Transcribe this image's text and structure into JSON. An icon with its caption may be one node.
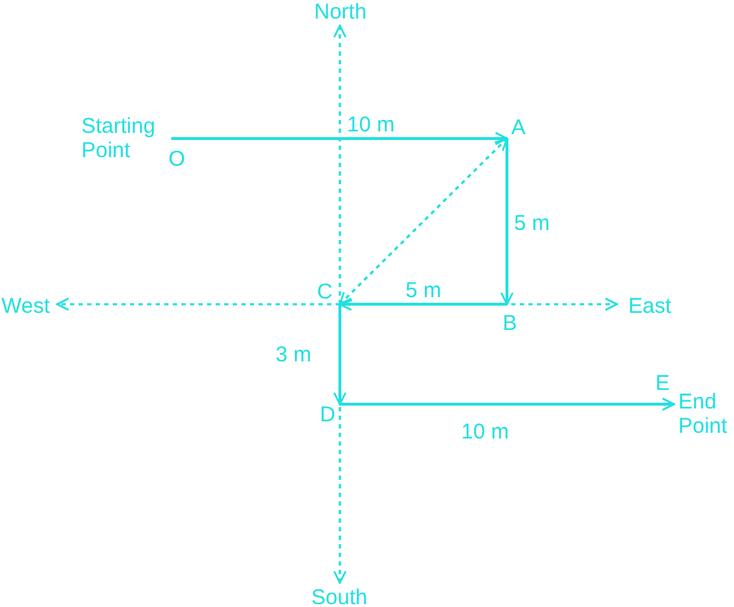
{
  "diagram": {
    "nodes": [
      {
        "text": [
          "North"
        ]
      },
      {
        "text": [
          "O"
        ],
        "beside": [
          "Starting Point"
        ]
      },
      {
        "text": [
          "A"
        ]
      },
      {
        "text": [
          "C"
        ]
      },
      {
        "text": [
          "B"
        ]
      },
      {
        "text": [
          "West"
        ]
      },
      {
        "text": [
          "East"
        ]
      },
      {
        "text": [
          "D"
        ]
      },
      {
        "text": [
          "E"
        ],
        "beside": [
          "End Point"
        ]
      },
      {
        "text": [
          "South"
        ]
      }
    ],
    "edges": [
      {
        "from": 1,
        "to": 2,
        "arrow": "to",
        "label": "10 m"
      },
      {
        "from": 2,
        "to": 4,
        "arrow": "to",
        "label": "5 m"
      },
      {
        "from": 4,
        "to": 3,
        "arrow": "to",
        "label": "5 m"
      },
      {
        "from": 3,
        "to": 2,
        "arrow": "both",
        "style": "dashed"
      },
      {
        "from": 3,
        "to": 7,
        "arrow": "to",
        "label": "3 m"
      },
      {
        "from": 7,
        "to": 8,
        "arrow": "to",
        "label": "10 m"
      },
      {
        "from": 3,
        "to": 0,
        "arrow": "to",
        "style": "dashed"
      },
      {
        "from": 3,
        "to": 9,
        "arrow": "to",
        "style": "dashed"
      },
      {
        "from": 3,
        "to": 5,
        "arrow": "to",
        "style": "dashed"
      },
      {
        "from": 3,
        "to": 6,
        "arrow": "to",
        "style": "dashed"
      }
    ]
  }
}
